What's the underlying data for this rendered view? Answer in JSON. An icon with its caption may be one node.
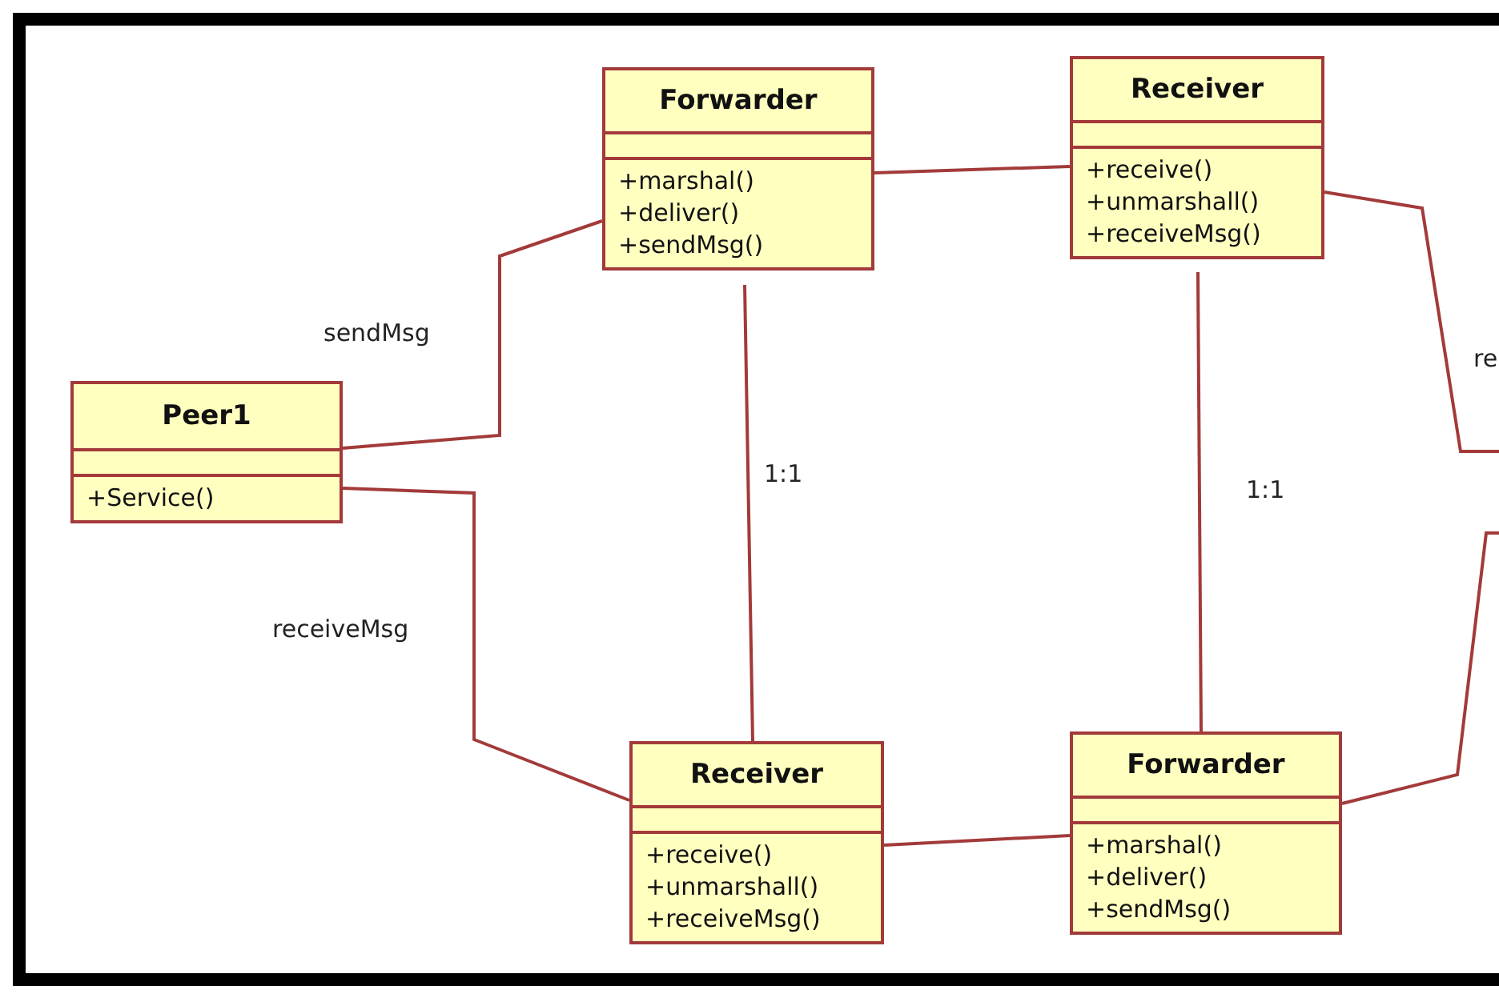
{
  "diagram": {
    "nodes": [
      {
        "text": [
          "Peer1",
          "+Service()"
        ]
      },
      {
        "text": [
          "Forwarder",
          "+marshal()",
          "+deliver()",
          "+sendMsg()"
        ]
      },
      {
        "text": [
          "Receiver",
          "+receive()",
          "+unmarshall()",
          "+receiveMsg()"
        ]
      },
      {
        "text": [
          "Receiver",
          "+receive()",
          "+unmarshall()",
          "+receiveMsg()"
        ]
      },
      {
        "text": [
          "Forwarder",
          "+marshal()",
          "+deliver()",
          "+sendMsg()"
        ]
      }
    ],
    "edges": [
      {
        "from": 0,
        "to": 1,
        "arrow": "none",
        "label": "sendMsg"
      },
      {
        "from": 0,
        "to": 3,
        "arrow": "none",
        "label": "receiveMsg"
      },
      {
        "from": 1,
        "to": 2,
        "arrow": "none"
      },
      {
        "from": 1,
        "to": 3,
        "arrow": "none",
        "label": "1:1"
      },
      {
        "from": 2,
        "to": 4,
        "arrow": "none",
        "label": "1:1"
      },
      {
        "from": 3,
        "to": 4,
        "arrow": "none"
      },
      {
        "from": 2,
        "to": null,
        "arrow": "none",
        "label": "re"
      },
      {
        "from": 4,
        "to": null,
        "arrow": "none"
      }
    ]
  }
}
